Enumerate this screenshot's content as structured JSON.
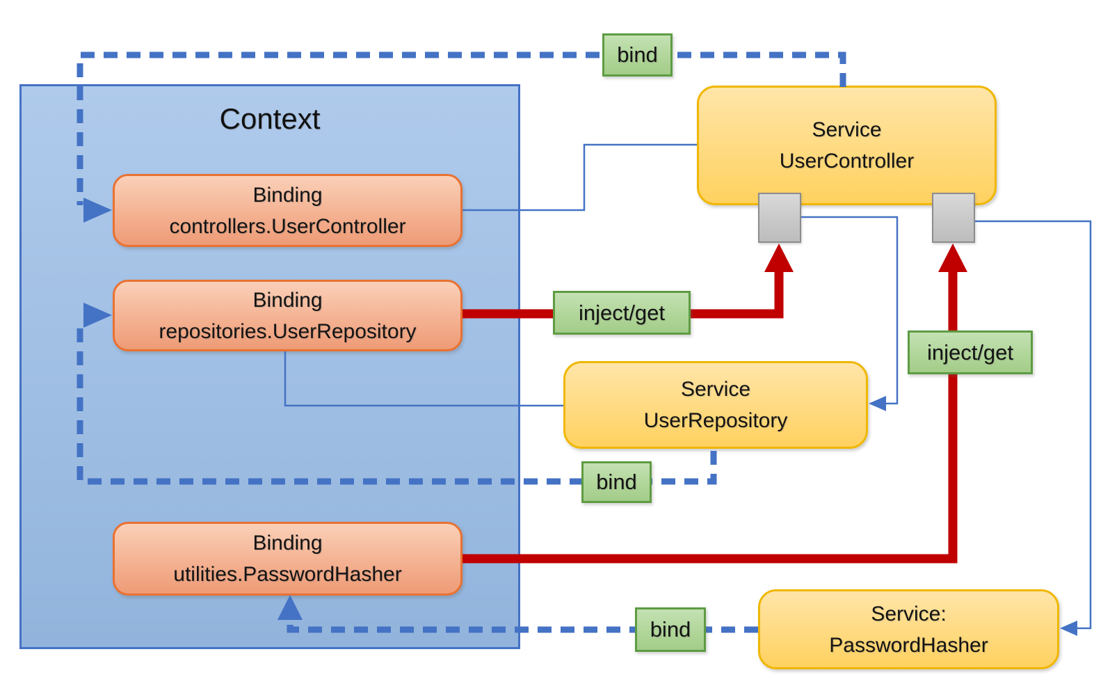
{
  "diagram": {
    "context": {
      "label": "Context"
    },
    "bindings": [
      {
        "type": "Binding",
        "key": "controllers.UserController"
      },
      {
        "type": "Binding",
        "key": "repositories.UserRepository"
      },
      {
        "type": "Binding",
        "key": "utilities.PasswordHasher"
      }
    ],
    "services": [
      {
        "line1": "Service",
        "line2": "UserController"
      },
      {
        "line1": "Service",
        "line2": "UserRepository"
      },
      {
        "line1": "Service:",
        "line2": "PasswordHasher"
      }
    ],
    "edge_labels": {
      "bind_top": "bind",
      "bind_middle": "bind",
      "bind_bottom": "bind",
      "inject_get_left": "inject/get",
      "inject_get_right": "inject/get"
    },
    "colors": {
      "context_fill": "#9FBEE3",
      "context_border": "#4472C4",
      "binding_fill": "#F4B292",
      "binding_border": "#E97132",
      "service_fill": "#FFDA80",
      "service_border": "#F0B700",
      "label_fill": "#B1D69A",
      "label_border": "#5E9C43",
      "port_fill": "#C7C7C7",
      "port_border": "#8C8C8C",
      "bind_line": "#4472C4",
      "inject_line": "#C00000"
    }
  }
}
